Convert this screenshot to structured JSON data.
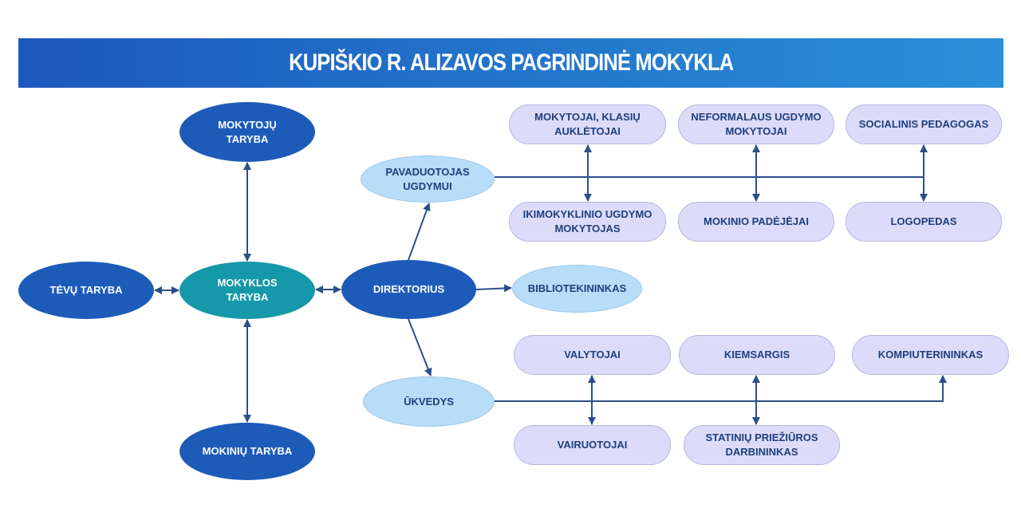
{
  "title": "KUPIŠKIO R. ALIZAVOS PAGRINDINĖ MOKYKLA",
  "nodes": {
    "mokytoju_taryba": "MOKYTOJŲ TARYBA",
    "mokyklos_taryba": "MOKYKLOS TARYBA",
    "tevu_taryba": "TĖVŲ TARYBA",
    "mokiniu_taryba": "MOKINIŲ TARYBA",
    "direktorius": "DIREKTORIUS",
    "pavaduotojas": "PAVADUOTOJAS UGDYMUI",
    "bibliotekininkas": "BIBLIOTEKININKAS",
    "ukvedys": "ŪKVEDYS",
    "mokytojai": "MOKYTOJAI, KLASIŲ AUKLĖTOJAI",
    "neformalaus": "NEFORMALAUS UGDYMO MOKYTOJAI",
    "socialinis": "SOCIALINIS PEDAGOGAS",
    "ikimokyklinio": "IKIMOKYKLINIO UGDYMO MOKYTOJAS",
    "padejejai": "MOKINIO PADĖJĖJAI",
    "logopedas": "LOGOPEDAS",
    "valytojai": "VALYTOJAI",
    "kiemsargis": "KIEMSARGIS",
    "kompiuterininkas": "KOMPIUTERININKAS",
    "vairuotojai": "VAIRUOTOJAI",
    "statiniu": "STATINIŲ PRIEŽIŪROS DARBININKAS"
  },
  "colors": {
    "line": "#2b4f8a",
    "dark": "#1d5bb9",
    "teal": "#1598a9",
    "light": "#b8ddf8",
    "pill": "#dcdcfa"
  }
}
